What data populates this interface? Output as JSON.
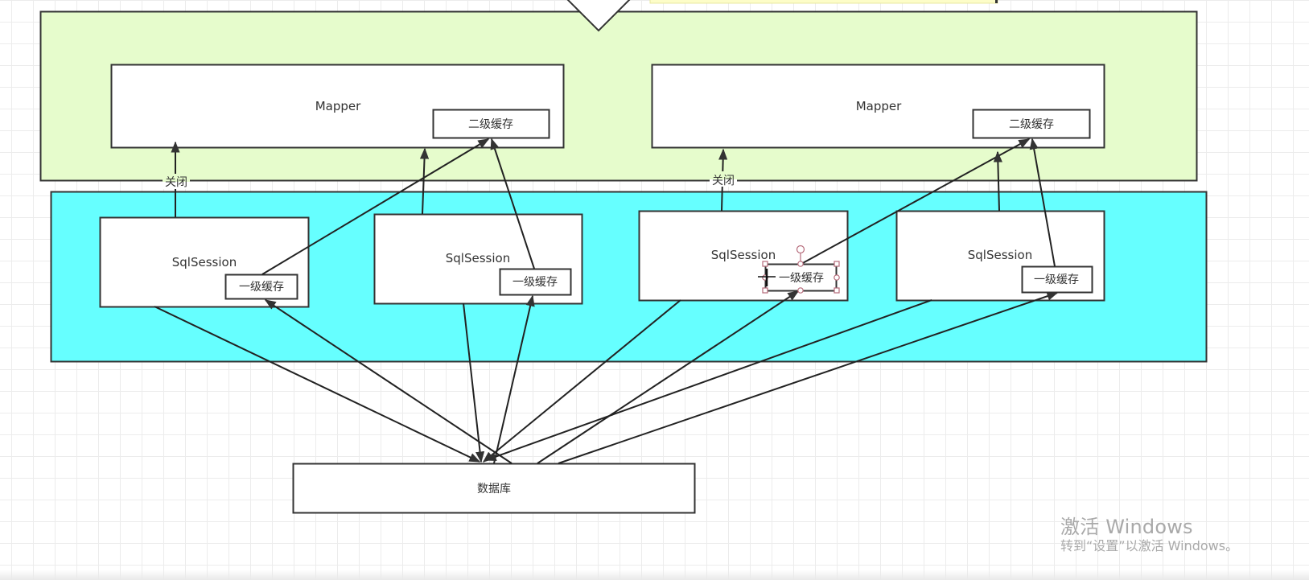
{
  "diagram": {
    "title": "MyBatis cache architecture",
    "colors": {
      "mapper_layer_fill": "#e6fccc",
      "session_layer_fill": "#66ffff",
      "box_fill": "#ffffff",
      "stroke": "#333333",
      "selection_handle": "#b56a7a",
      "top_strip_fill": "#fdfdc8"
    },
    "mappers": [
      {
        "label": "Mapper",
        "cache_label": "二级缓存"
      },
      {
        "label": "Mapper",
        "cache_label": "二级缓存"
      }
    ],
    "sessions": [
      {
        "label": "SqlSession",
        "cache_label": "一级缓存",
        "selected": false
      },
      {
        "label": "SqlSession",
        "cache_label": "一级缓存",
        "selected": false
      },
      {
        "label": "SqlSession",
        "cache_label": "一级缓存",
        "selected": true
      },
      {
        "label": "SqlSession",
        "cache_label": "一级缓存",
        "selected": false
      }
    ],
    "close_labels": [
      "关闭",
      "关闭"
    ],
    "database": {
      "label": "数据库"
    },
    "edges": [
      {
        "from": "session-1",
        "to": "mapper-1",
        "label": "关闭"
      },
      {
        "from": "session-1-cache",
        "to": "mapper-1-cache"
      },
      {
        "from": "session-2",
        "to": "mapper-1"
      },
      {
        "from": "session-2-cache",
        "to": "mapper-1-cache"
      },
      {
        "from": "session-3",
        "to": "mapper-2",
        "label": "关闭"
      },
      {
        "from": "session-3-cache",
        "to": "mapper-2-cache"
      },
      {
        "from": "session-4",
        "to": "mapper-2"
      },
      {
        "from": "session-4-cache",
        "to": "mapper-2-cache"
      },
      {
        "from": "session-1",
        "to": "database"
      },
      {
        "from": "database",
        "to": "session-1-cache"
      },
      {
        "from": "session-2",
        "to": "database"
      },
      {
        "from": "database",
        "to": "session-2-cache"
      },
      {
        "from": "session-3",
        "to": "database"
      },
      {
        "from": "database",
        "to": "session-3-cache"
      },
      {
        "from": "session-4",
        "to": "database"
      },
      {
        "from": "database",
        "to": "session-4-cache"
      }
    ]
  },
  "watermark": {
    "title": "激活 Windows",
    "subtitle": "转到“设置”以激活 Windows。"
  }
}
